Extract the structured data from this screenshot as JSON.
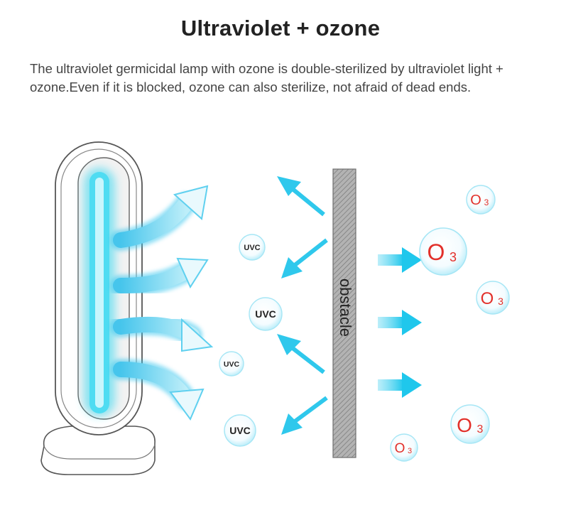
{
  "header": {
    "title": "Ultraviolet + ozone",
    "description_line1": "The ultraviolet germicidal lamp with ozone is double-sterilized by ultraviolet light +",
    "description_line2": "ozone.Even if it is blocked, ozone can also sterilize, not afraid of dead ends."
  },
  "diagram": {
    "obstacle_label": "obstacle",
    "uvc_label": "UVC",
    "ozone_label": "O",
    "ozone_subscript": "3",
    "colors": {
      "uv_glow": "#29d3ee",
      "uv_arrow": "#2bc6ea",
      "ozone_text": "#e2302a",
      "obstacle_fill": "#9a9a9a",
      "bubble_edge": "#9fe6f5"
    }
  }
}
